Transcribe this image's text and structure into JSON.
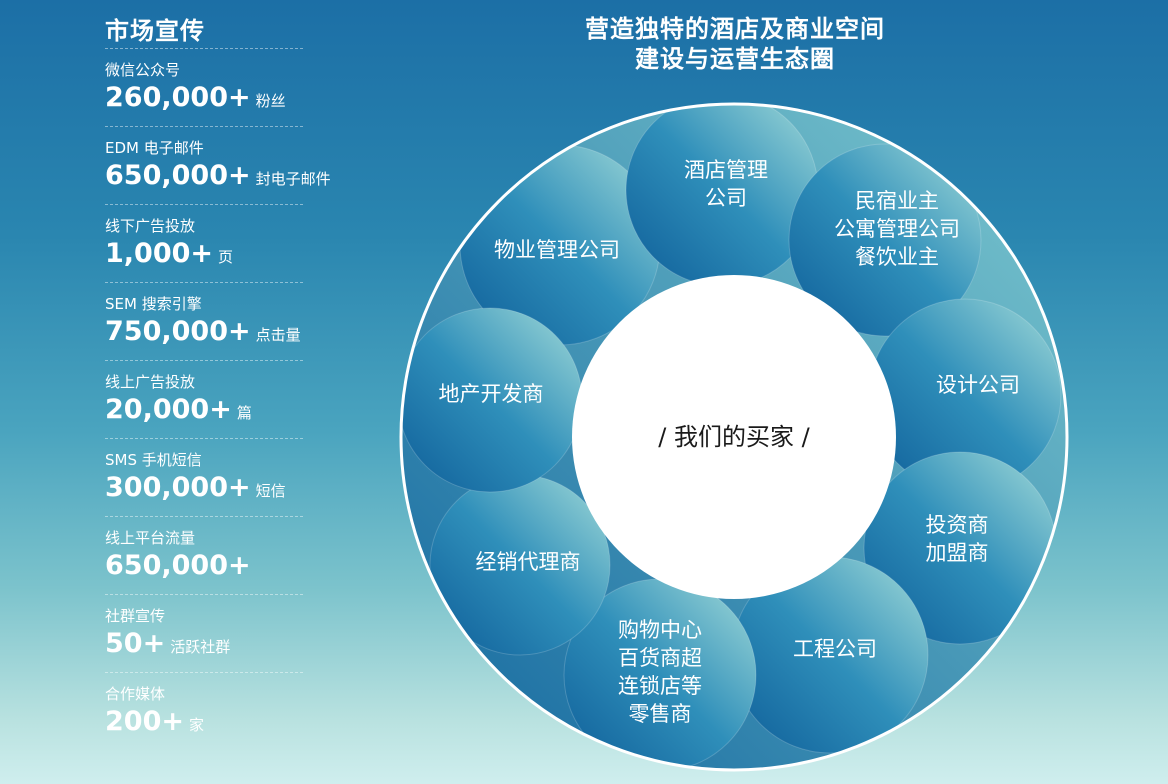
{
  "marketing": {
    "title": "市场宣传",
    "stats": [
      {
        "label": "微信公众号",
        "value": "260,000+",
        "unit": "粉丝"
      },
      {
        "label": "EDM 电子邮件",
        "value": "650,000+",
        "unit": "封电子邮件"
      },
      {
        "label": "线下广告投放",
        "value": "1,000+",
        "unit": "页"
      },
      {
        "label": "SEM 搜索引擎",
        "value": "750,000+",
        "unit": "点击量"
      },
      {
        "label": "线上广告投放",
        "value": "20,000+",
        "unit": "篇"
      },
      {
        "label": "SMS 手机短信",
        "value": "300,000+",
        "unit": "短信"
      },
      {
        "label": "线上平台流量",
        "value": "650,000+",
        "unit": ""
      },
      {
        "label": "社群宣传",
        "value": "50+",
        "unit": "活跃社群"
      },
      {
        "label": "合作媒体",
        "value": "200+",
        "unit": "家"
      }
    ]
  },
  "ecosystem": {
    "title_line1": "营造独特的酒店及商业空间",
    "title_line2": "建设与运营生态圈",
    "center": "/ 我们的买家 /",
    "segments": [
      {
        "lines": [
          "物业管理公司"
        ]
      },
      {
        "lines": [
          "酒店管理",
          "公司"
        ]
      },
      {
        "lines": [
          "民宿业主",
          "公寓管理公司",
          "餐饮业主"
        ]
      },
      {
        "lines": [
          "设计公司"
        ]
      },
      {
        "lines": [
          "投资商",
          "加盟商"
        ]
      },
      {
        "lines": [
          "工程公司"
        ]
      },
      {
        "lines": [
          "购物中心",
          "百货商超",
          "连锁店等",
          "零售商"
        ]
      },
      {
        "lines": [
          "经销代理商"
        ]
      },
      {
        "lines": [
          "地产开发商"
        ]
      }
    ]
  },
  "colors": {
    "ring_light": "#a3dbd8",
    "ring_dark": "#0e5d98",
    "outline": "#ffffff",
    "center_fill": "#ffffff"
  }
}
